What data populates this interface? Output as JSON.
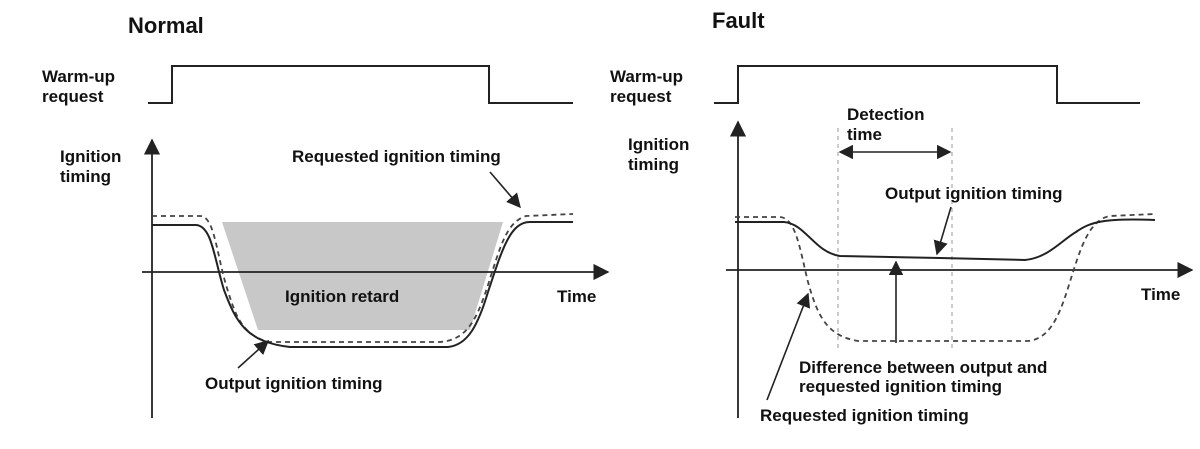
{
  "normal": {
    "title": "Normal",
    "warmup_label_line1": "Warm-up",
    "warmup_label_line2": "request",
    "y_label_line1": "Ignition",
    "y_label_line2": "timing",
    "x_label": "Time",
    "requested_label": "Requested ignition timing",
    "retard_label": "Ignition retard",
    "output_label": "Output ignition timing"
  },
  "fault": {
    "title": "Fault",
    "warmup_label_line1": "Warm-up",
    "warmup_label_line2": "request",
    "y_label_line1": "Ignition",
    "y_label_line2": "timing",
    "x_label": "Time",
    "detection_line1": "Detection",
    "detection_line2": "time",
    "output_label": "Output ignition timing",
    "difference_line1": "Difference between output and",
    "difference_line2": "requested ignition timing",
    "requested_label": "Requested ignition timing"
  },
  "colors": {
    "line": "#222222",
    "shade": "#c8c8c8"
  }
}
